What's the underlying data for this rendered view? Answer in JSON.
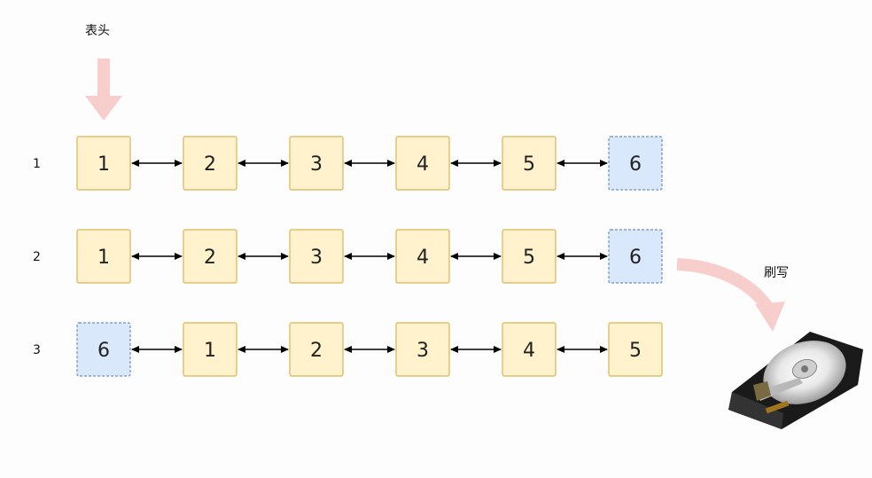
{
  "head_label": "表头",
  "flush_label": "刷写",
  "colors": {
    "normal_fill": "#fff2cc",
    "normal_stroke": "#d6b656",
    "highlight_fill": "#dae8fc",
    "highlight_stroke": "#6c8ebf",
    "arrow_pink": "#f8cecc",
    "link_arrow": "#000000"
  },
  "rows": [
    {
      "label": "1",
      "nodes": [
        {
          "value": "1",
          "highlight": false
        },
        {
          "value": "2",
          "highlight": false
        },
        {
          "value": "3",
          "highlight": false
        },
        {
          "value": "4",
          "highlight": false
        },
        {
          "value": "5",
          "highlight": false
        },
        {
          "value": "6",
          "highlight": true
        }
      ]
    },
    {
      "label": "2",
      "nodes": [
        {
          "value": "1",
          "highlight": false
        },
        {
          "value": "2",
          "highlight": false
        },
        {
          "value": "3",
          "highlight": false
        },
        {
          "value": "4",
          "highlight": false
        },
        {
          "value": "5",
          "highlight": false
        },
        {
          "value": "6",
          "highlight": true
        }
      ]
    },
    {
      "label": "3",
      "nodes": [
        {
          "value": "6",
          "highlight": true
        },
        {
          "value": "1",
          "highlight": false
        },
        {
          "value": "2",
          "highlight": false
        },
        {
          "value": "3",
          "highlight": false
        },
        {
          "value": "4",
          "highlight": false
        },
        {
          "value": "5",
          "highlight": false
        }
      ]
    }
  ],
  "disk_icon": "hard-disk-icon"
}
